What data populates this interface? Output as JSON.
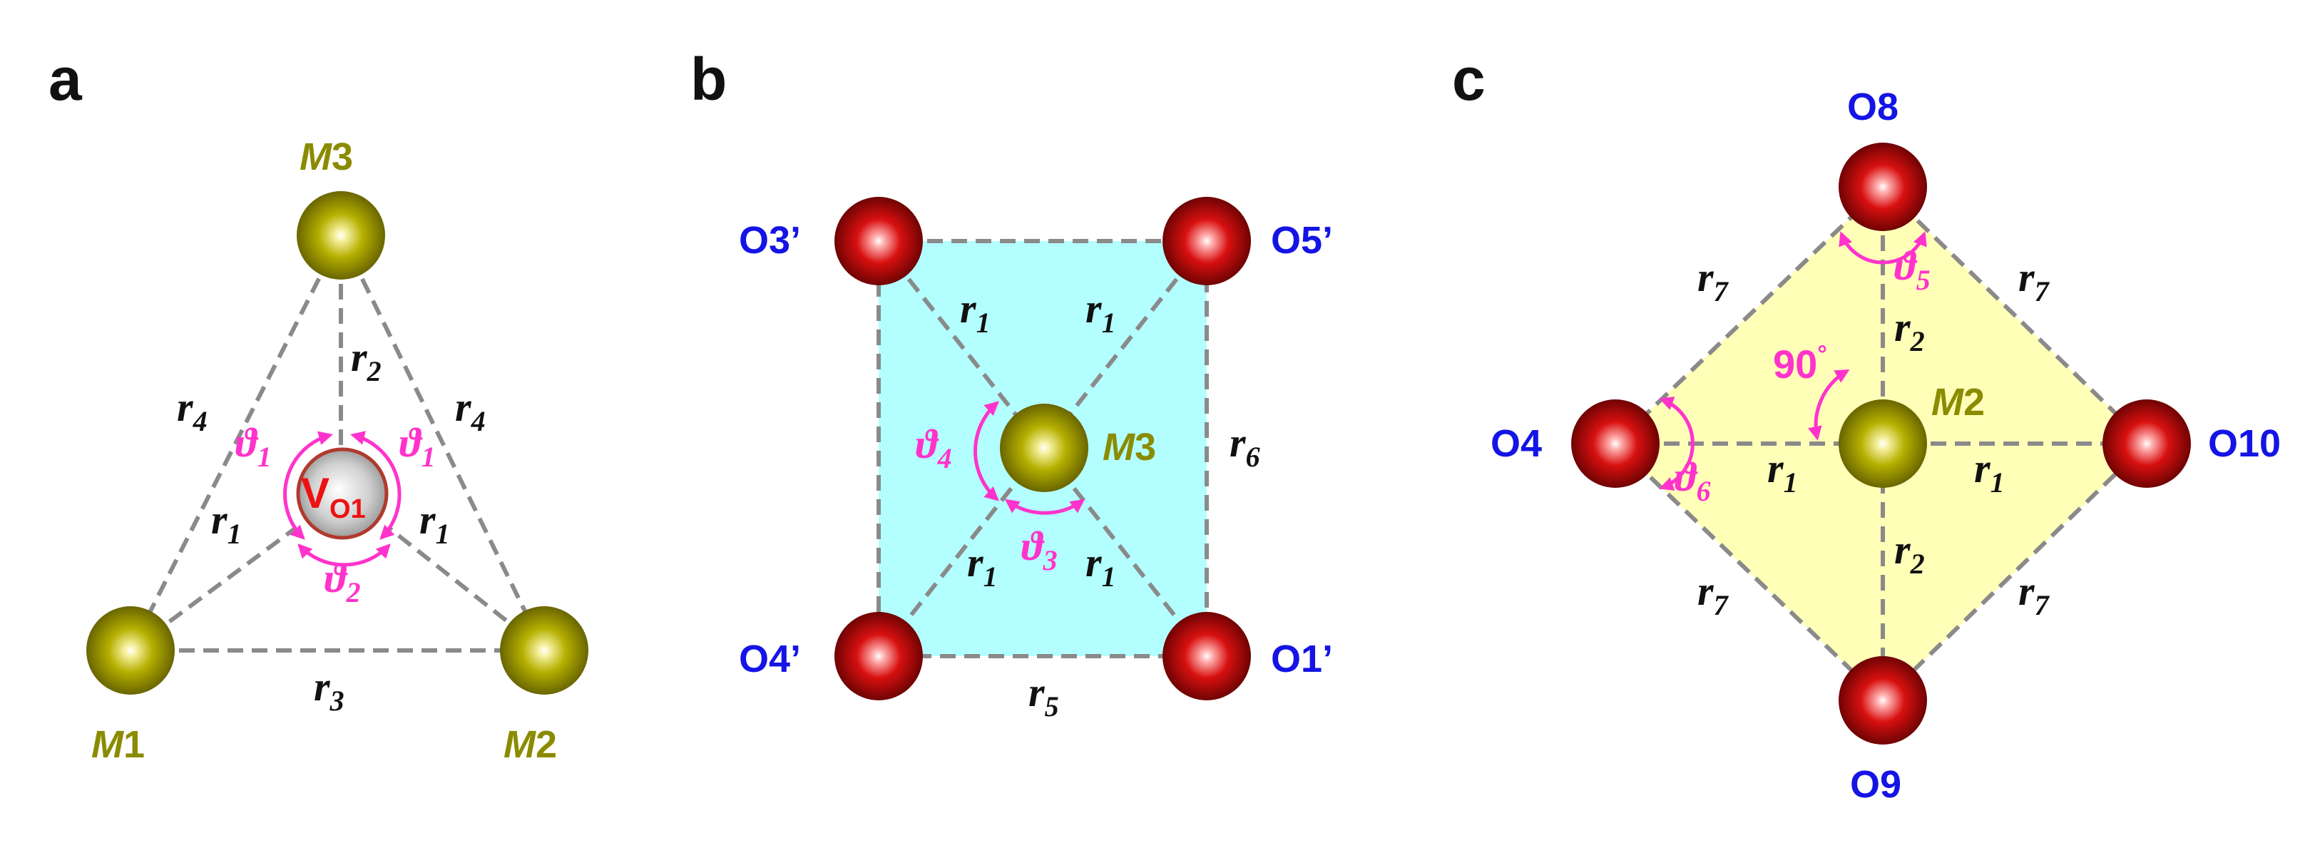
{
  "panels": [
    {
      "id": "a",
      "label": "a",
      "metal_labels": {
        "m3": {
          "italic": "M",
          "num": "3"
        },
        "m1": {
          "italic": "M",
          "num": "1"
        },
        "m2": {
          "italic": "M",
          "num": "2"
        }
      },
      "vacancy": {
        "main": "V",
        "sub": "O1"
      },
      "distances": {
        "r4": "4",
        "r2": "2",
        "r1": "1",
        "r3": "3",
        "r_sym": "r"
      },
      "angles": {
        "theta1": "1",
        "theta2": "2",
        "theta_sym": "ϑ"
      }
    },
    {
      "id": "b",
      "label": "b",
      "oxygen_labels": [
        "O3’",
        "O5’",
        "O4’",
        "O1’"
      ],
      "metal_label": {
        "italic": "M",
        "num": "3"
      },
      "distances": {
        "r1": "1",
        "r5": "5",
        "r6": "6",
        "r_sym": "r"
      },
      "angles": {
        "theta3": "3",
        "theta4": "4",
        "theta_sym": "ϑ"
      }
    },
    {
      "id": "c",
      "label": "c",
      "oxygen_labels": [
        "O8",
        "O4",
        "O10",
        "O9"
      ],
      "metal_label": {
        "italic": "M",
        "num": "2"
      },
      "distances": {
        "r1": "1",
        "r2": "2",
        "r7": "7",
        "r_sym": "r"
      },
      "angles": {
        "theta5": "5",
        "theta6": "6",
        "theta_sym": "ϑ"
      },
      "right_angle": {
        "value": "90",
        "unit": "°"
      }
    }
  ],
  "colors": {
    "metal": "#b5b000",
    "oxygen": "#cc0000",
    "vacancy": "#c8c8c8",
    "bond": "#8a8a8a",
    "angle": "#ff33cc",
    "panel_b_fill": "#b3ffff",
    "panel_c_fill": "#ffffb8"
  }
}
